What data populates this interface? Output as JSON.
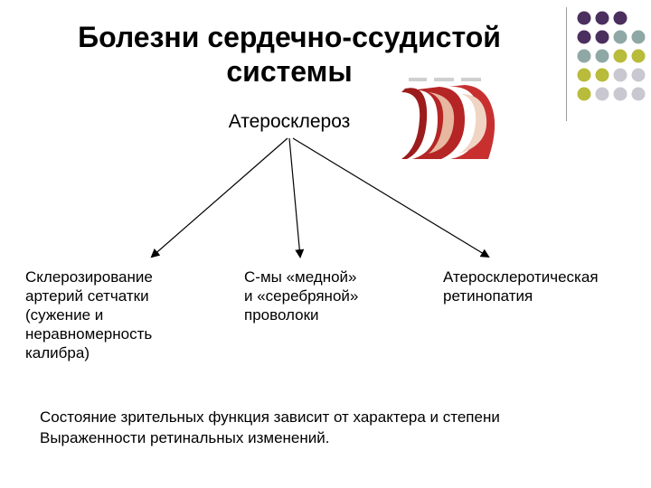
{
  "slide": {
    "title_line1": "Болезни сердечно-ссудистой",
    "title_line2": "системы",
    "subtitle": "Атеросклероз",
    "branches": [
      {
        "lines": [
          "Склерозирование",
          "артерий сетчатки",
          "(сужение и",
          "неравномерность",
          "калибра)"
        ]
      },
      {
        "lines": [
          "С-мы «медной»",
          "и «серебряной»",
          "проволоки"
        ]
      },
      {
        "lines": [
          "Атеросклеротическая",
          "ретинопатия"
        ]
      }
    ],
    "footer_line1": "Состояние зрительных функция зависит от характера и степени",
    "footer_line2": "Выраженности ретинальных изменений."
  },
  "colors": {
    "dot_purple": "#4b2f5e",
    "dot_teal": "#8fa8a6",
    "dot_olive": "#b9bb3a",
    "dot_gray": "#c9c8d1",
    "vessel_red": "#b52525",
    "vessel_inner": "#e7b7a0"
  }
}
